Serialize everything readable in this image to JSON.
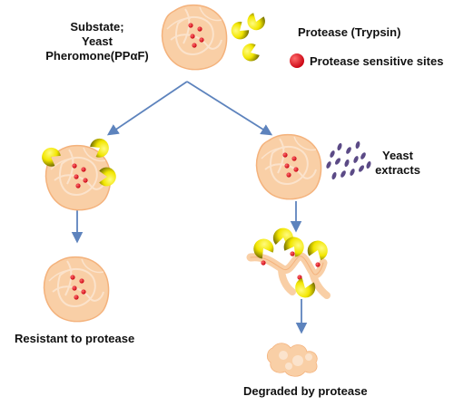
{
  "labels": {
    "substrate_line1": "Substate;",
    "substrate_line2": "Yeast",
    "substrate_line3": "Pheromone(PPαF)",
    "protease": "Protease (Trypsin)",
    "sensitive_sites": "Protease sensitive sites",
    "yeast_extracts_line1": "Yeast",
    "yeast_extracts_line2": "extracts",
    "resistant": "Resistant to protease",
    "degraded": "Degraded by protease"
  },
  "colors": {
    "substrate_fill": "#f9cfa6",
    "substrate_outline": "#f4b27c",
    "site_red": "#e60012",
    "protease_yellow": "#f2e600",
    "protease_dark": "#6b6a00",
    "extract_purple": "#5b4a86",
    "arrow_blue": "#5d83bd"
  }
}
